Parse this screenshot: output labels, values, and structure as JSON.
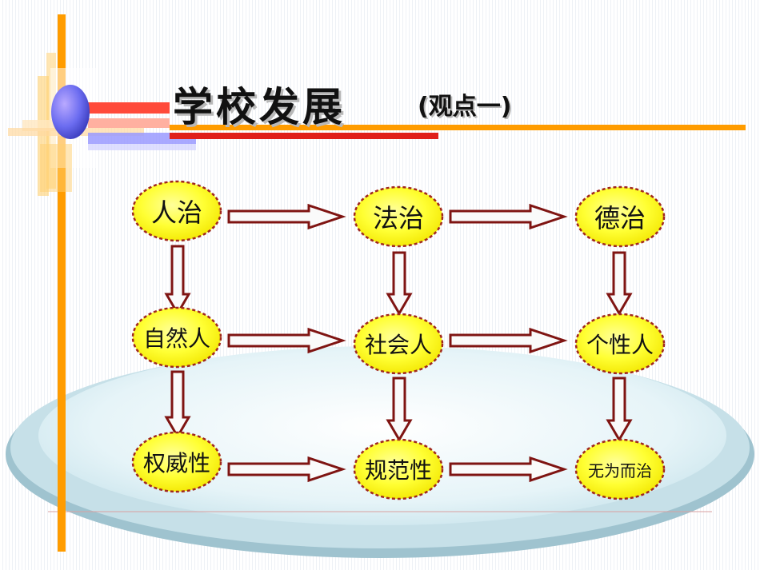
{
  "title": "学校发展",
  "subtitle": "(观点一)",
  "colors": {
    "node_fill": "#ffff33",
    "node_border": "#a0271e",
    "arrow": "#7f1412",
    "orange_bar": "#ff9c00",
    "red_bar": "#e0201a",
    "platform": "#c6e3ec"
  },
  "nodes": {
    "r1c1": "人治",
    "r1c2": "法治",
    "r1c3": "德治",
    "r2c1": "自然人",
    "r2c2": "社会人",
    "r2c3": "个性人",
    "r3c1": "权威性",
    "r3c2": "规范性",
    "r3c3": "无为而治"
  }
}
